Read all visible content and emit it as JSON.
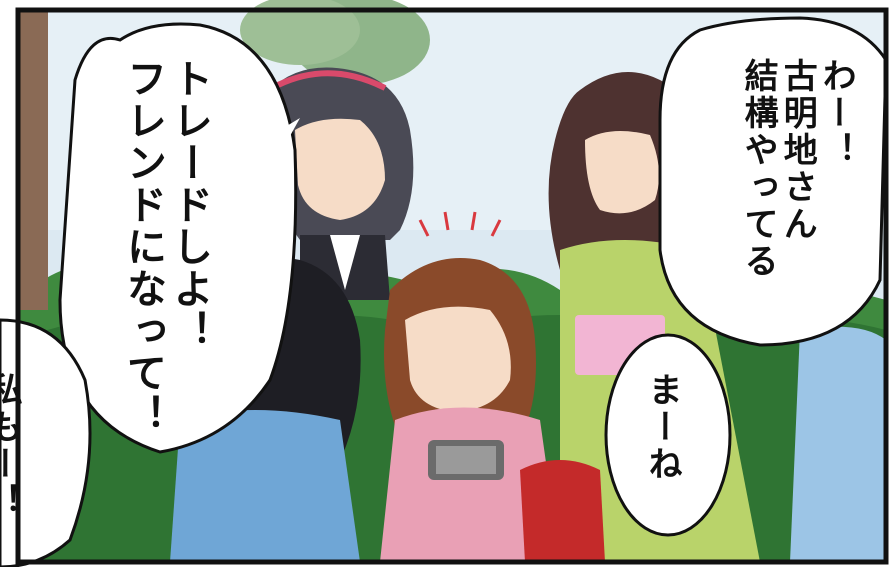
{
  "panel": {
    "bubbles": {
      "left": "トレードしよ！\nフレンドになって！",
      "right": "わー！\n古明地さん\n結構やってる",
      "middle": "まーね",
      "edge": "私もー！"
    }
  },
  "colors": {
    "sky": "#dce9f2",
    "foliage": "#3f8a3f",
    "hair_brown": "#5b3322",
    "hoodie_green": "#b9d36a",
    "pink_top": "#e9a0b5"
  }
}
